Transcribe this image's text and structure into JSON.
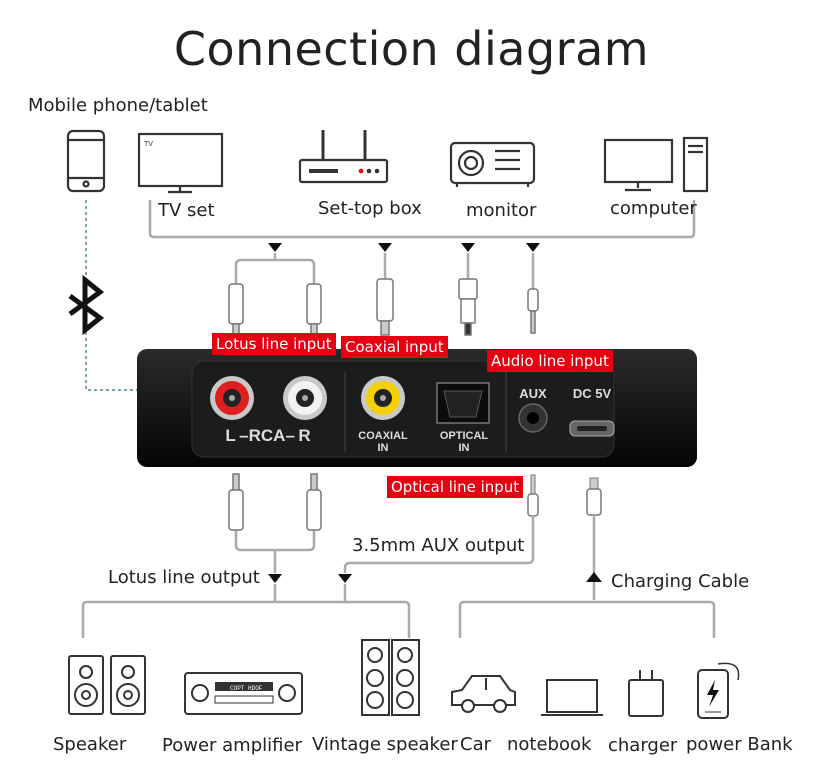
{
  "title": "Connection diagram",
  "sources": {
    "mobile": "Mobile phone/tablet",
    "tv": "TV set",
    "settop": "Set-top box",
    "monitor": "monitor",
    "computer": "computer"
  },
  "inputs": {
    "lotus": "Lotus line input",
    "coaxial": "Coaxial input",
    "audio": "Audio line input",
    "optical": "Optical line input"
  },
  "device_ports": {
    "rca": "L –RCA– R",
    "coaxial_1": "COAXIAL",
    "coaxial_2": "IN",
    "optical_1": "OPTICAL",
    "optical_2": "IN",
    "aux": "AUX",
    "dc": "DC 5V"
  },
  "outputs": {
    "aux_out": "3.5mm AUX output",
    "lotus_out": "Lotus line output",
    "charging": "Charging Cable"
  },
  "devices": {
    "speaker": "Speaker",
    "amplifier": "Power amplifier",
    "vintage": "Vintage speaker",
    "car": "Car",
    "notebook": "notebook",
    "charger": "charger",
    "powerbank": "power Bank"
  },
  "colors": {
    "accent": "#e60012",
    "line": "#aaaaaa",
    "device": "#111111"
  }
}
